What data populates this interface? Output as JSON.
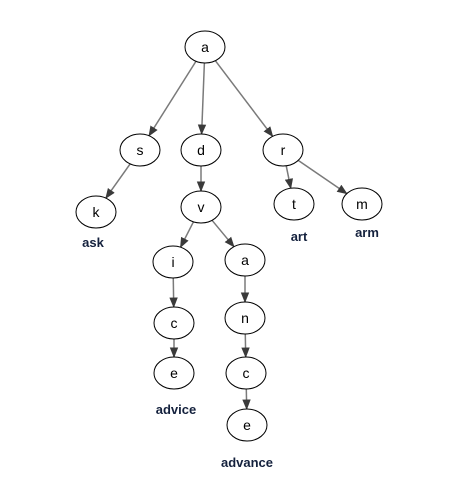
{
  "colors": {
    "edge": "#7a7a7a",
    "node_stroke": "#000000",
    "word": "#14213d"
  },
  "nodes": [
    {
      "id": "root",
      "label": "a"
    },
    {
      "id": "s",
      "label": "s"
    },
    {
      "id": "d",
      "label": "d"
    },
    {
      "id": "r",
      "label": "r"
    },
    {
      "id": "k",
      "label": "k"
    },
    {
      "id": "v",
      "label": "v"
    },
    {
      "id": "t",
      "label": "t"
    },
    {
      "id": "m",
      "label": "m"
    },
    {
      "id": "i",
      "label": "i"
    },
    {
      "id": "a2",
      "label": "a"
    },
    {
      "id": "c1",
      "label": "c"
    },
    {
      "id": "n",
      "label": "n"
    },
    {
      "id": "e1",
      "label": "e"
    },
    {
      "id": "c2",
      "label": "c"
    },
    {
      "id": "e2",
      "label": "e"
    }
  ],
  "edges": [
    [
      "root",
      "s"
    ],
    [
      "root",
      "d"
    ],
    [
      "root",
      "r"
    ],
    [
      "s",
      "k"
    ],
    [
      "d",
      "v"
    ],
    [
      "r",
      "t"
    ],
    [
      "r",
      "m"
    ],
    [
      "v",
      "i"
    ],
    [
      "v",
      "a2"
    ],
    [
      "i",
      "c1"
    ],
    [
      "c1",
      "e1"
    ],
    [
      "a2",
      "n"
    ],
    [
      "n",
      "c2"
    ],
    [
      "c2",
      "e2"
    ]
  ],
  "words": [
    {
      "id": "ask",
      "text": "ask"
    },
    {
      "id": "art",
      "text": "art"
    },
    {
      "id": "arm",
      "text": "arm"
    },
    {
      "id": "advice",
      "text": "advice"
    },
    {
      "id": "advance",
      "text": "advance"
    }
  ]
}
